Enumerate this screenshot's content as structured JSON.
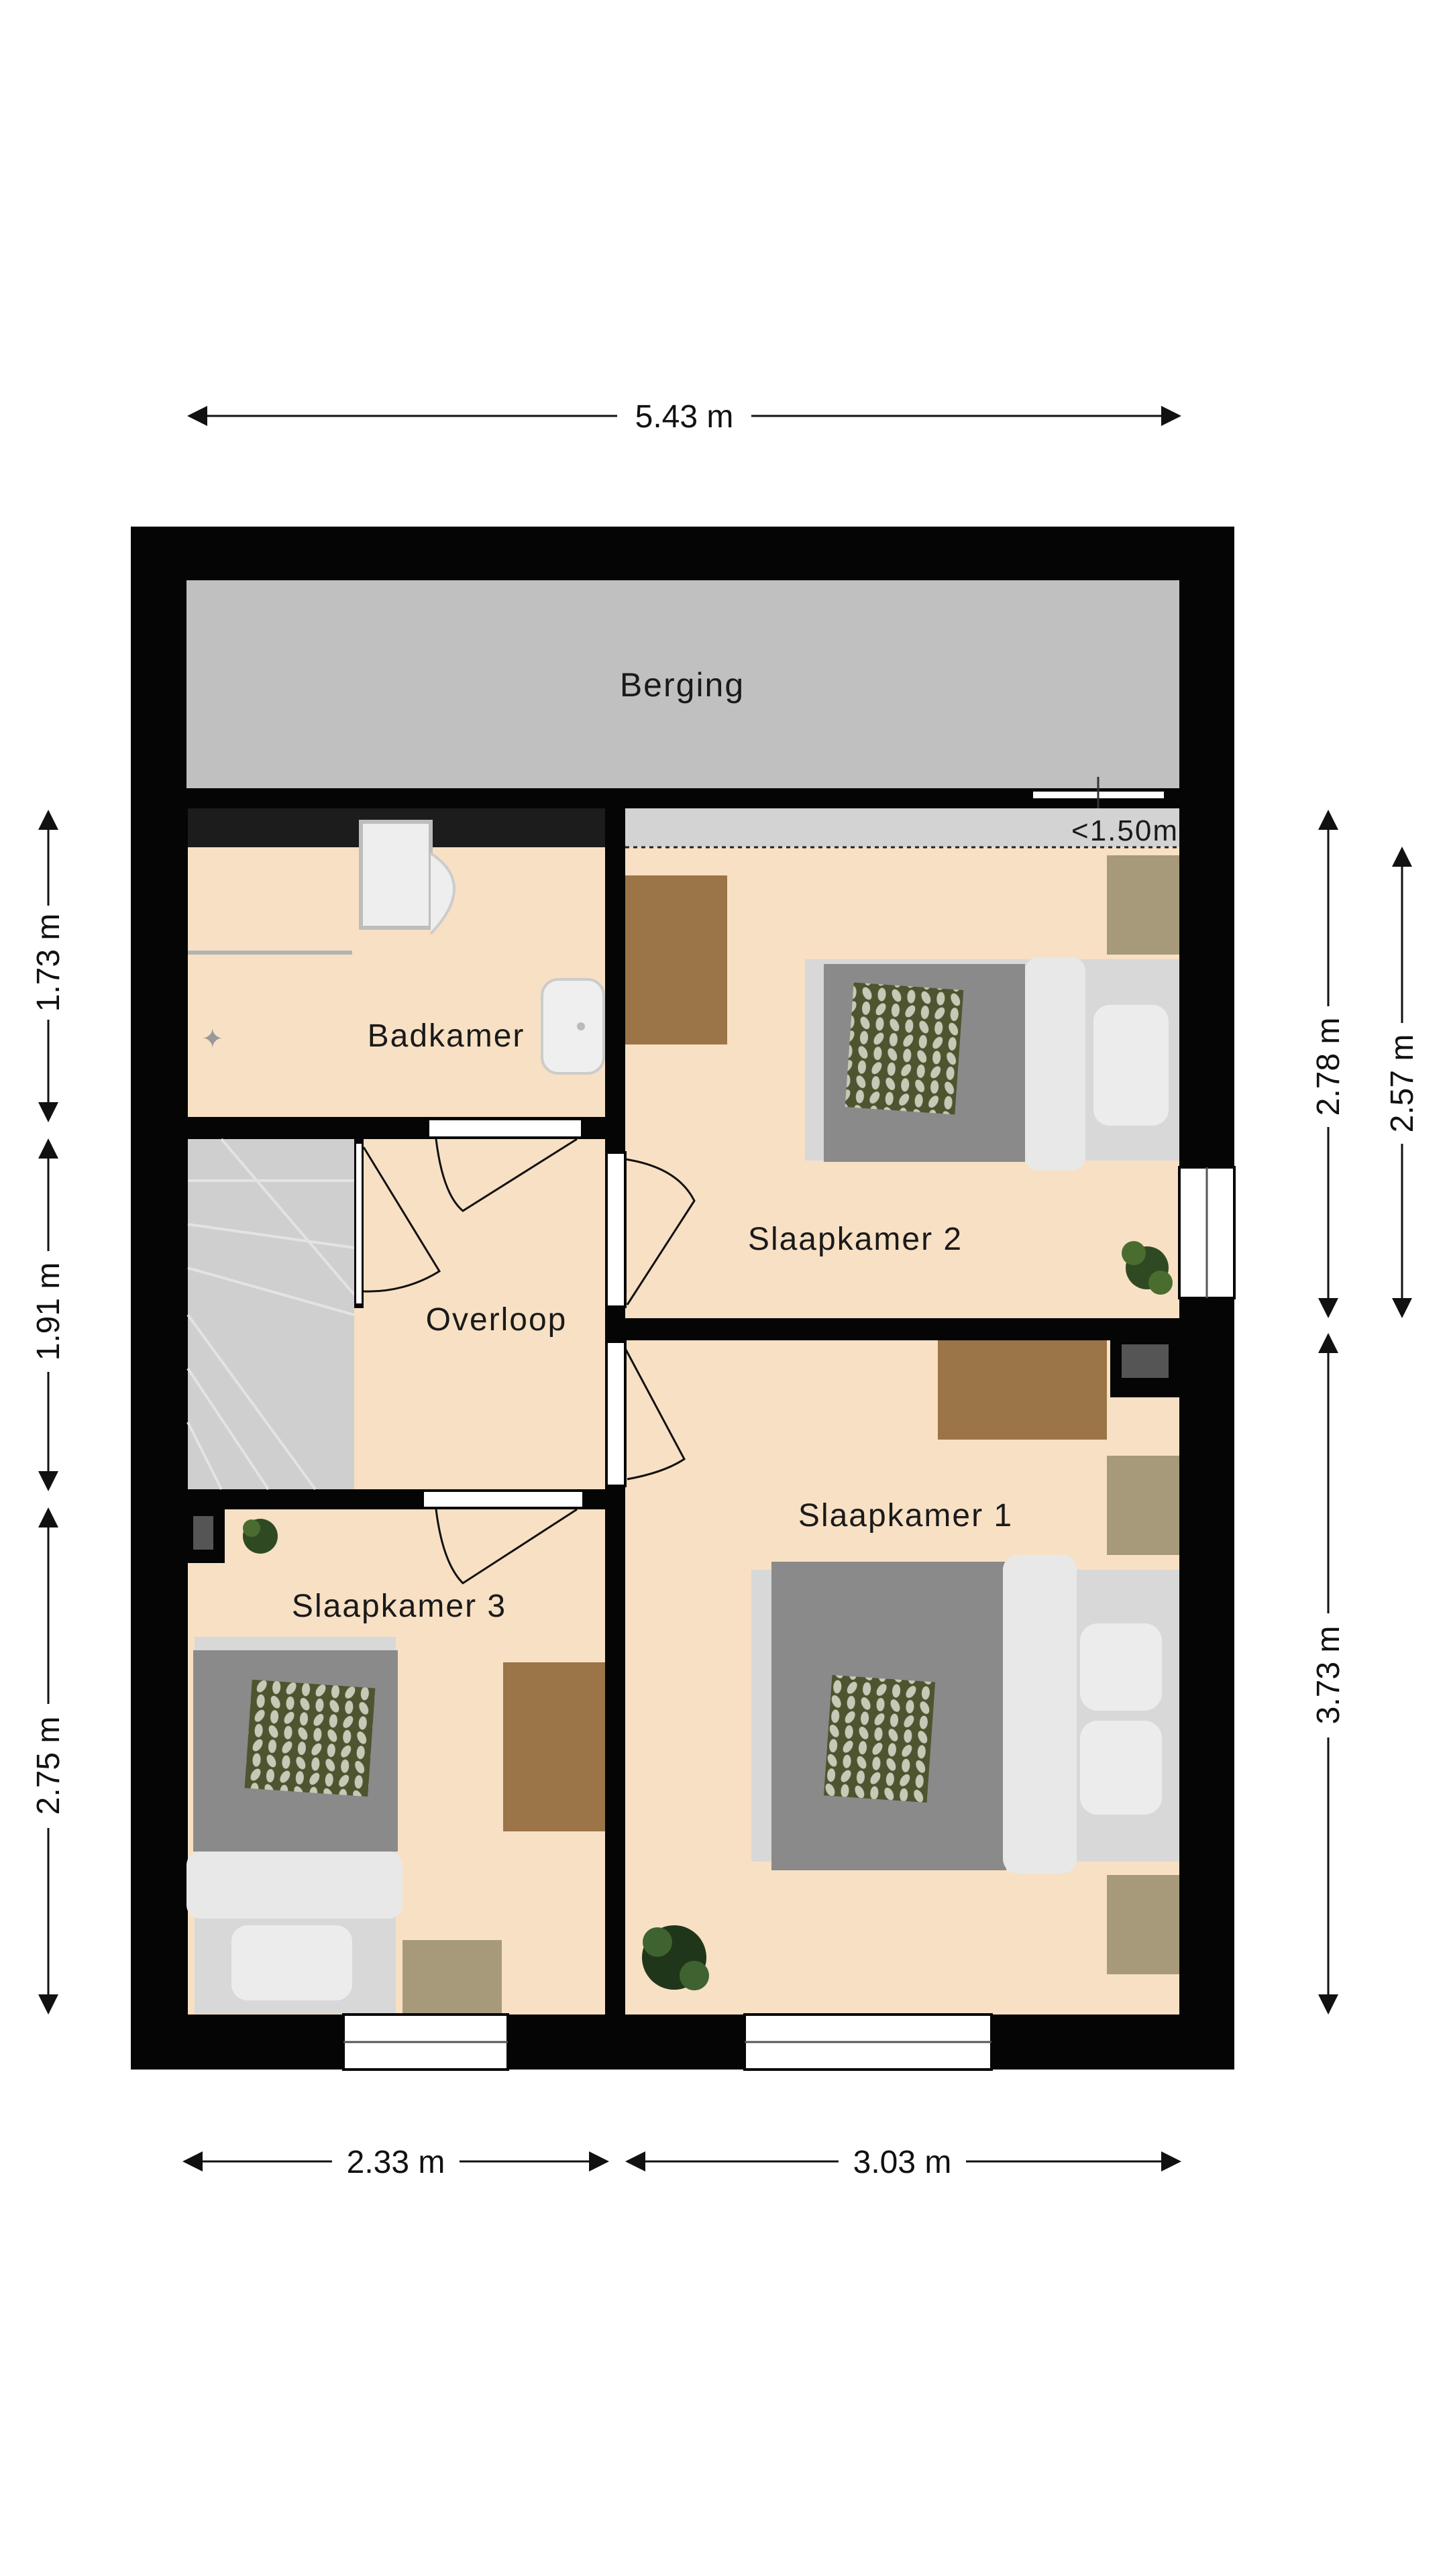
{
  "rooms": {
    "berging": "Berging",
    "badkamer": "Badkamer",
    "overloop": "Overloop",
    "slaapkamer1": "Slaapkamer 1",
    "slaapkamer2": "Slaapkamer 2",
    "slaapkamer3": "Slaapkamer 3"
  },
  "annotations": {
    "low_ceiling": "<1.50m"
  },
  "dimensions": {
    "top_width": "5.43 m",
    "bottom_left": "2.33 m",
    "bottom_right": "3.03 m",
    "left_upper": "1.73 m",
    "left_middle": "1.91 m",
    "left_lower": "2.75 m",
    "right_upper": "2.78 m",
    "right_upper_inner": "2.57 m",
    "right_lower": "3.73 m"
  },
  "colors": {
    "wall": "#050505",
    "floor": "#f8e0c4",
    "storage": "#c0c0c0",
    "stairs": "#c9c9c9",
    "desk": "#9b7447",
    "nightstand": "#a79a7b",
    "blanket": "#8a8a8a",
    "pillow": "#e4e4e4",
    "pattern": "#4f5430",
    "plant": "#2f4a22"
  }
}
